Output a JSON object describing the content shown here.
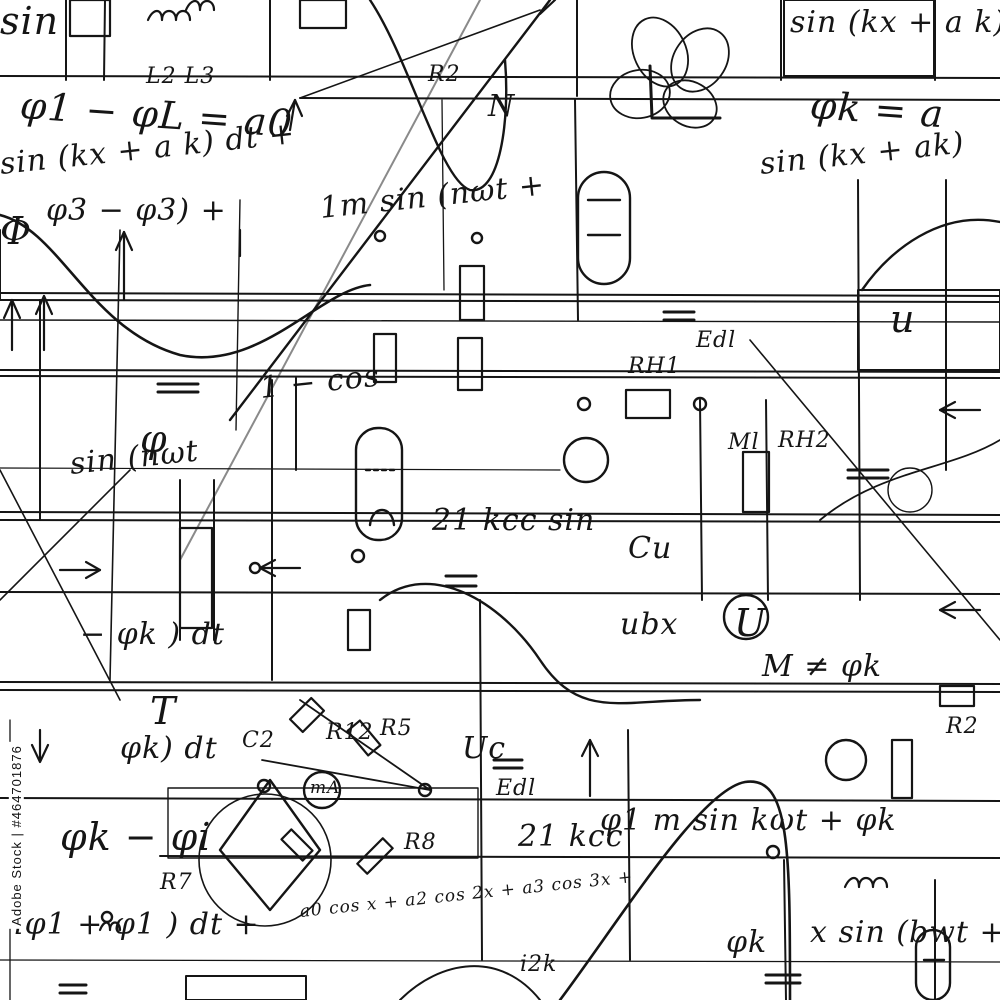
{
  "pattern": {
    "ink_color": "#151515",
    "paper_color": "#ffffff",
    "notes": [
      "sin",
      "sin (kx + a k)",
      "L2  L3",
      "φ1 − φL = a0",
      "φk = a",
      "sin (kx + ak)",
      "sin (kx + a k) dt +",
      "φ3 − φ3) +",
      "1m sin (nωt +",
      "R2",
      "N",
      "Edl",
      "RH1",
      "RH2",
      "u",
      "Ml",
      "sin (nωt",
      "Cu",
      "21 kcc sin",
      "T",
      "ubx",
      "U",
      "φk) dt",
      "Uc",
      "Edl",
      "21 kcc",
      "φk − φi",
      "R7",
      "R5",
      "mA",
      "C2",
      "R12",
      "R8",
      "iφ1 + φ1 ) dt +",
      "a0 cos x + a2 cos 2x + a3 cos 3x +",
      "x sin (bwt +",
      "φk",
      "i2k",
      "R2",
      "M ≠ φk",
      "φ1 m sin kωt + φk",
      "− φk ) dt",
      "1 − cos",
      "φ",
      "Φ"
    ],
    "stock_id": "Adobe Stock | #464701876"
  }
}
